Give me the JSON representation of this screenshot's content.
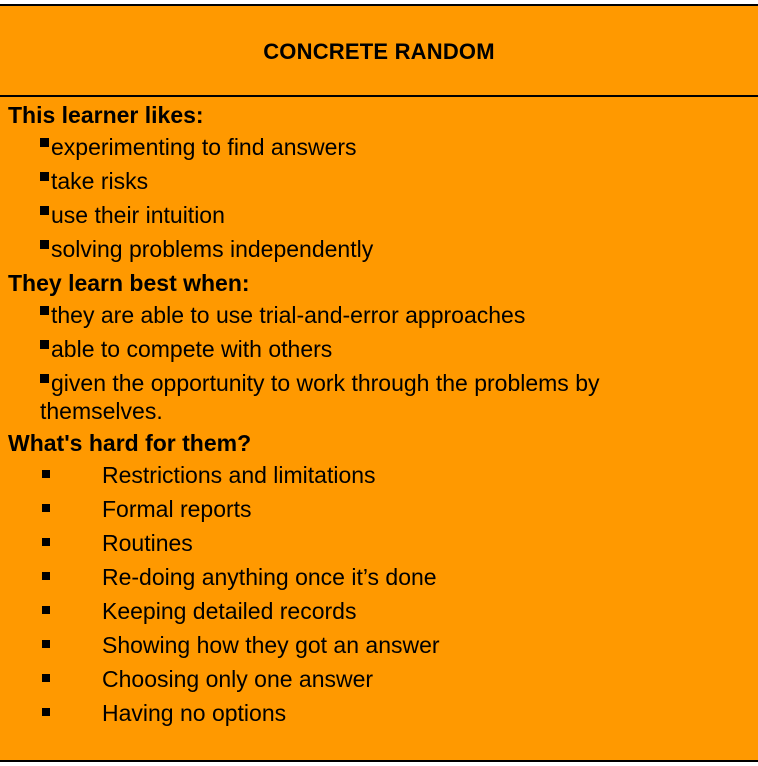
{
  "title": "CONCRETE RANDOM",
  "likes": {
    "heading": "This learner likes:",
    "items": [
      "experimenting to find answers",
      "take risks",
      "use their intuition",
      "solving problems independently"
    ]
  },
  "learn_best": {
    "heading": "They learn best when:",
    "items": [
      "they are able to use trial-and-error approaches",
      "able to compete with others",
      "given the opportunity to work through the problems by themselves."
    ]
  },
  "hard": {
    "heading": "What's hard for them?",
    "items": [
      "Restrictions and limitations",
      "Formal reports",
      "Routines",
      "Re-doing anything once it’s done",
      "Keeping detailed records",
      "Showing how they got an answer",
      "Choosing only one answer",
      "Having no options"
    ]
  },
  "colors": {
    "background": "#ff9900",
    "text": "#000000"
  }
}
